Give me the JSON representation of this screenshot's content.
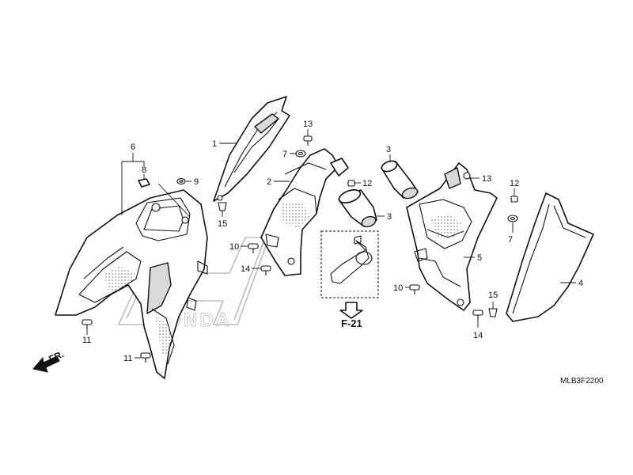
{
  "callouts": [
    "1",
    "2",
    "3",
    "3",
    "4",
    "5",
    "6",
    "7",
    "7",
    "8",
    "9",
    "10",
    "10",
    "11",
    "11",
    "12",
    "12",
    "13",
    "13",
    "14",
    "14",
    "15",
    "15"
  ],
  "reference": "F-21",
  "direction": "FR.",
  "diagram_code": "MLB3F2200",
  "watermark": "HONDA"
}
